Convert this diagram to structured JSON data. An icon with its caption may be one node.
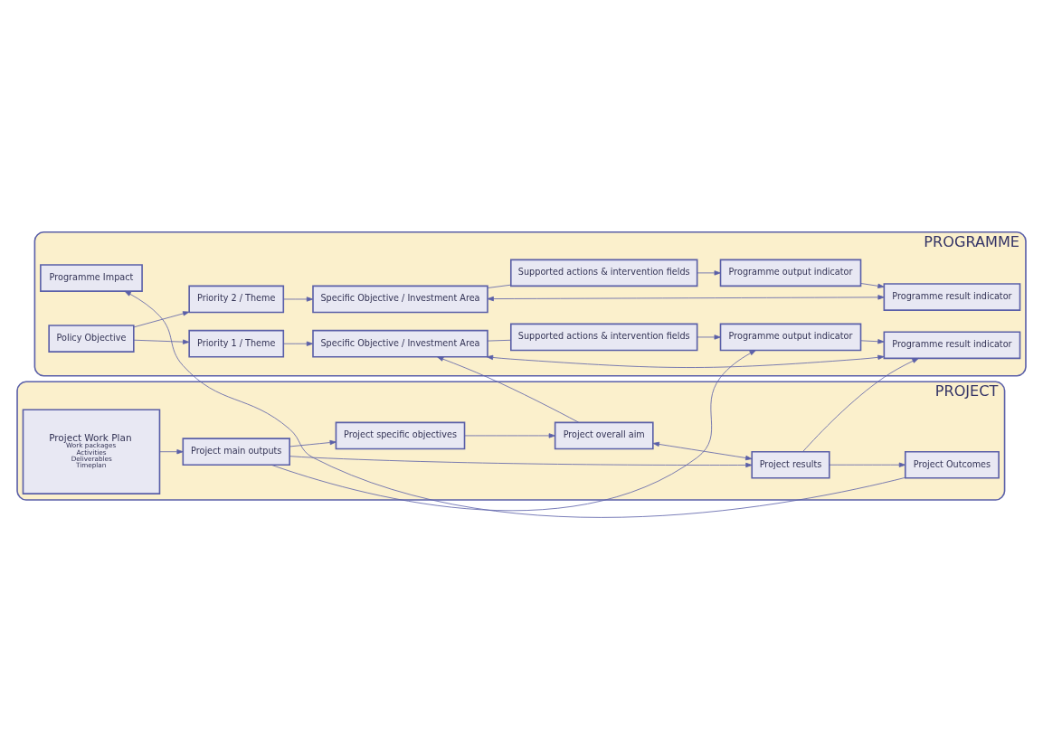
{
  "diagram": {
    "nodes": [
      {
        "text": [
          "PROGRAMME"
        ]
      },
      {
        "text": [
          "PROJECT"
        ]
      },
      {
        "text": [
          "Programme Impact"
        ],
        "in": 0
      },
      {
        "text": [
          "Policy Objective"
        ],
        "in": 0
      },
      {
        "text": [
          "Priority 1 / Theme"
        ],
        "in": 0
      },
      {
        "text": [
          "Specific Objective / Investment Area"
        ],
        "in": 0
      },
      {
        "text": [
          "Programme result indicator"
        ],
        "in": 0
      },
      {
        "text": [
          "Supported actions & intervention fields"
        ],
        "in": 0
      },
      {
        "text": [
          "Programme output indicator"
        ],
        "in": 0
      },
      {
        "text": [
          "Priority 2 / Theme"
        ],
        "in": 0
      },
      {
        "text": [
          "Specific Objective / Investment Area"
        ],
        "in": 0
      },
      {
        "text": [
          "Programme result indicator"
        ],
        "in": 0
      },
      {
        "text": [
          "Supported actions & intervention fields"
        ],
        "in": 0
      },
      {
        "text": [
          "Programme output indicator"
        ],
        "in": 0
      },
      {
        "text": [
          "Project Outcomes"
        ],
        "in": 1
      },
      {
        "text": [
          "Project overall aim"
        ],
        "in": 1
      },
      {
        "text": [
          "Project results"
        ],
        "in": 1
      },
      {
        "text": [
          "Project specific objectives"
        ],
        "in": 1
      },
      {
        "text": [
          "Project main outputs"
        ],
        "in": 1
      },
      {
        "text": [
          "Project Work Plan",
          "Work packages",
          "Activities",
          "Deliverables",
          "Timeplan"
        ],
        "in": 1
      }
    ],
    "edges": [
      {
        "from": 14,
        "to": 2,
        "arrow": "to"
      },
      {
        "from": 3,
        "to": 4,
        "arrow": "to"
      },
      {
        "from": 3,
        "to": 9,
        "arrow": "to"
      },
      {
        "from": 4,
        "to": 5,
        "arrow": "to"
      },
      {
        "from": 5,
        "to": 6,
        "arrow": "both"
      },
      {
        "from": 5,
        "to": 7,
        "arrow": "none"
      },
      {
        "from": 7,
        "to": 8,
        "arrow": "to"
      },
      {
        "from": 8,
        "to": 6,
        "arrow": "to"
      },
      {
        "from": 9,
        "to": 10,
        "arrow": "to"
      },
      {
        "from": 10,
        "to": 11,
        "arrow": "both"
      },
      {
        "from": 10,
        "to": 12,
        "arrow": "none"
      },
      {
        "from": 12,
        "to": 13,
        "arrow": "to"
      },
      {
        "from": 13,
        "to": 11,
        "arrow": "to"
      },
      {
        "from": 15,
        "to": 5,
        "arrow": "to"
      },
      {
        "from": 16,
        "to": 6,
        "arrow": "to"
      },
      {
        "from": 16,
        "to": 14,
        "arrow": "to"
      },
      {
        "from": 15,
        "to": 16,
        "arrow": "both"
      },
      {
        "from": 17,
        "to": 15,
        "arrow": "to"
      },
      {
        "from": 18,
        "to": 16,
        "arrow": "to"
      },
      {
        "from": 18,
        "to": 17,
        "arrow": "to"
      },
      {
        "from": 18,
        "to": 8,
        "arrow": "to"
      },
      {
        "from": 19,
        "to": 18,
        "arrow": "to"
      }
    ]
  }
}
